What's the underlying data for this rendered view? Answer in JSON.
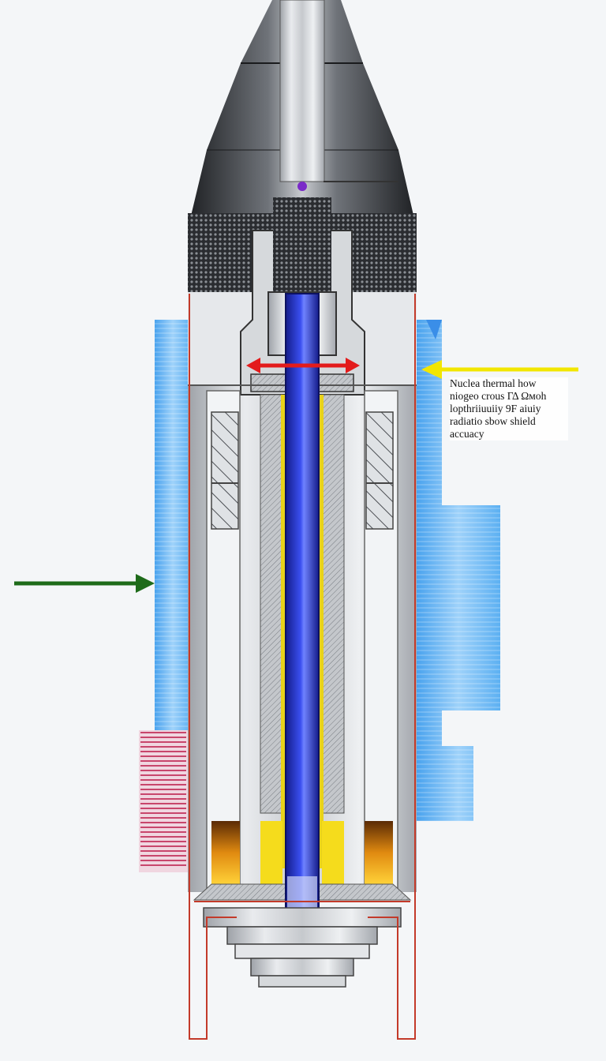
{
  "diagram": {
    "annotation_lines": [
      "Nuclea thermal how",
      "niogeo crous ΓΔ Ωᴍoh",
      "lopthriiuuiiy 9F aiuiy",
      "radiatio sbow shield",
      "accuacy"
    ]
  },
  "colors": {
    "casing": "#c9ccd0",
    "nose_cone": "#2d2f33",
    "core_channel": "#2432c8",
    "coolant_field": "#6fb8f2",
    "heat_fins": "#c8466c",
    "hot_zone": "#f0a818",
    "wall_outline": "#c33a2a",
    "arrow_left": "#1e6b1a",
    "arrow_right": "#f2e600",
    "arrow_red": "#e31b1b"
  },
  "icons": [
    "arrow-right-icon",
    "arrow-left-icon",
    "double-arrow-icon"
  ]
}
